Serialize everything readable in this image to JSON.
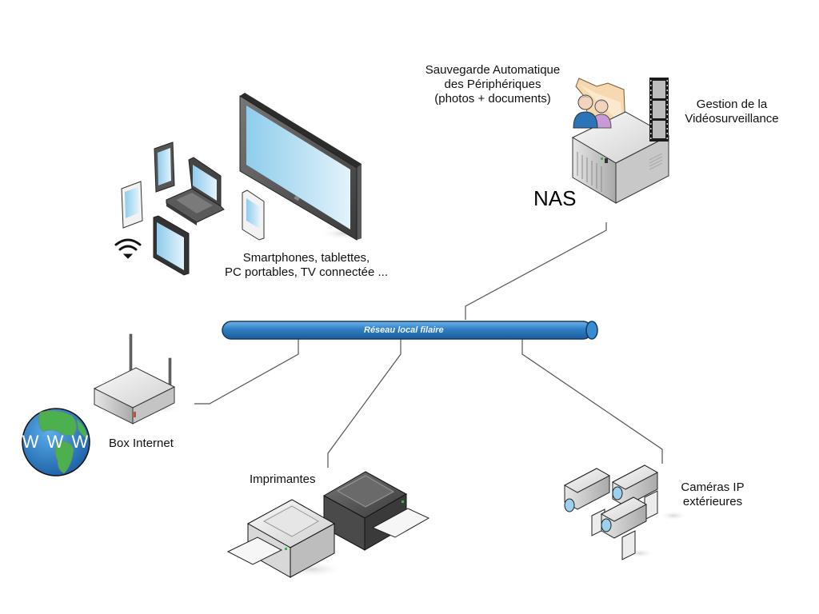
{
  "diagram": {
    "type": "network-topology",
    "backbone": {
      "label": "Réseau local filaire",
      "color": "#2f7fc4"
    },
    "nodes": {
      "devices": {
        "label_line1": "Smartphones, tablettes,",
        "label_line2": "PC portables, TV connectée ...",
        "icons": [
          "wifi-icon",
          "smartphone-icon",
          "tablet-icon",
          "laptop-icon",
          "tv-icon"
        ]
      },
      "nas": {
        "label": "NAS",
        "icon": "nas-server-icon"
      },
      "backup": {
        "label_line1": "Sauvegarde Automatique",
        "label_line2": "des Périphériques",
        "label_line3": "(photos + documents)",
        "icons": [
          "users-icon",
          "folder-icon"
        ]
      },
      "video": {
        "label_line1": "Gestion de la",
        "label_line2": "Vidéosurveillance",
        "icon": "film-strip-icon"
      },
      "box": {
        "label": "Box Internet",
        "icons": [
          "router-icon",
          "globe-www-icon"
        ],
        "globe_text": "W W W"
      },
      "printers": {
        "label": "Imprimantes",
        "icon": "printer-icon",
        "count": 2
      },
      "cameras": {
        "label_line1": "Caméras IP",
        "label_line2": "extérieures",
        "icon": "ip-camera-icon",
        "count": 3
      }
    },
    "connections": [
      {
        "from": "backbone",
        "to": "nas"
      },
      {
        "from": "backbone",
        "to": "box"
      },
      {
        "from": "backbone",
        "to": "printers"
      },
      {
        "from": "backbone",
        "to": "cameras"
      }
    ]
  }
}
